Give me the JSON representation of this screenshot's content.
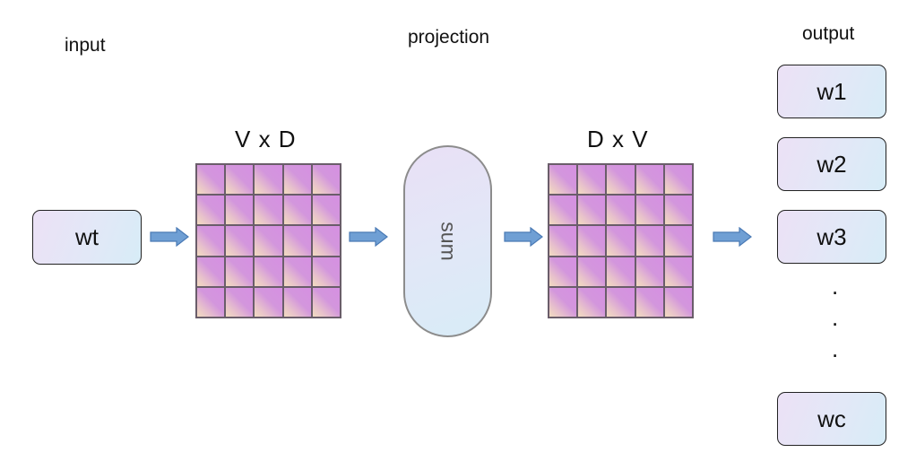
{
  "labels": {
    "input": "input",
    "projection": "projection",
    "output": "output"
  },
  "input_word": "wt",
  "matrices": [
    {
      "dims": "V x D"
    },
    {
      "dims": "D x V"
    }
  ],
  "operation": "sum",
  "outputs": [
    "w1",
    "w2",
    "w3",
    "wc"
  ],
  "ellipsis": [
    ".",
    ".",
    "."
  ],
  "colors": {
    "arrow_fill": "#6f9fd4",
    "arrow_stroke": "#4a7ab5",
    "matrix_cell": "#d690e2"
  }
}
